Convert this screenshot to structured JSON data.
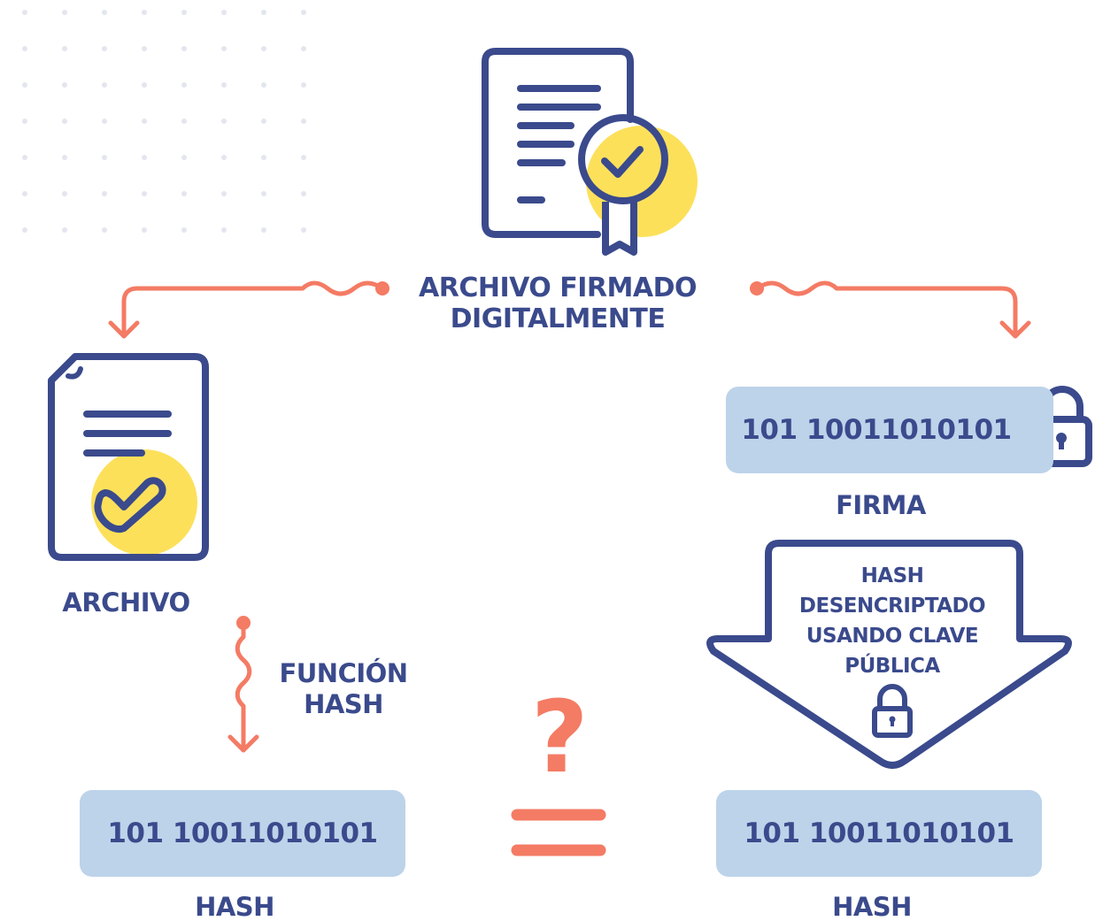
{
  "title_lines": [
    "ARCHIVO FIRMADO",
    "DIGITALMENTE"
  ],
  "archivo_label": "ARCHIVO",
  "funcion_lines": [
    "FUNCIÓN",
    "HASH"
  ],
  "firma": {
    "value": "101 10011010101",
    "label": "FIRMA"
  },
  "arrow_lines": [
    "HASH",
    "DESENCRIPTADO",
    "USANDO CLAVE",
    "PÚBLICA"
  ],
  "hash_left": {
    "value": "101 10011010101",
    "label": "HASH"
  },
  "hash_right": {
    "value": "101 10011010101",
    "label": "HASH"
  },
  "question_symbol": "?",
  "colors": {
    "navy": "#3a4a8c",
    "coral": "#f47b64",
    "yellow": "#fde05a",
    "box": "#bcd3ea",
    "dots": "#e3e6ee"
  }
}
